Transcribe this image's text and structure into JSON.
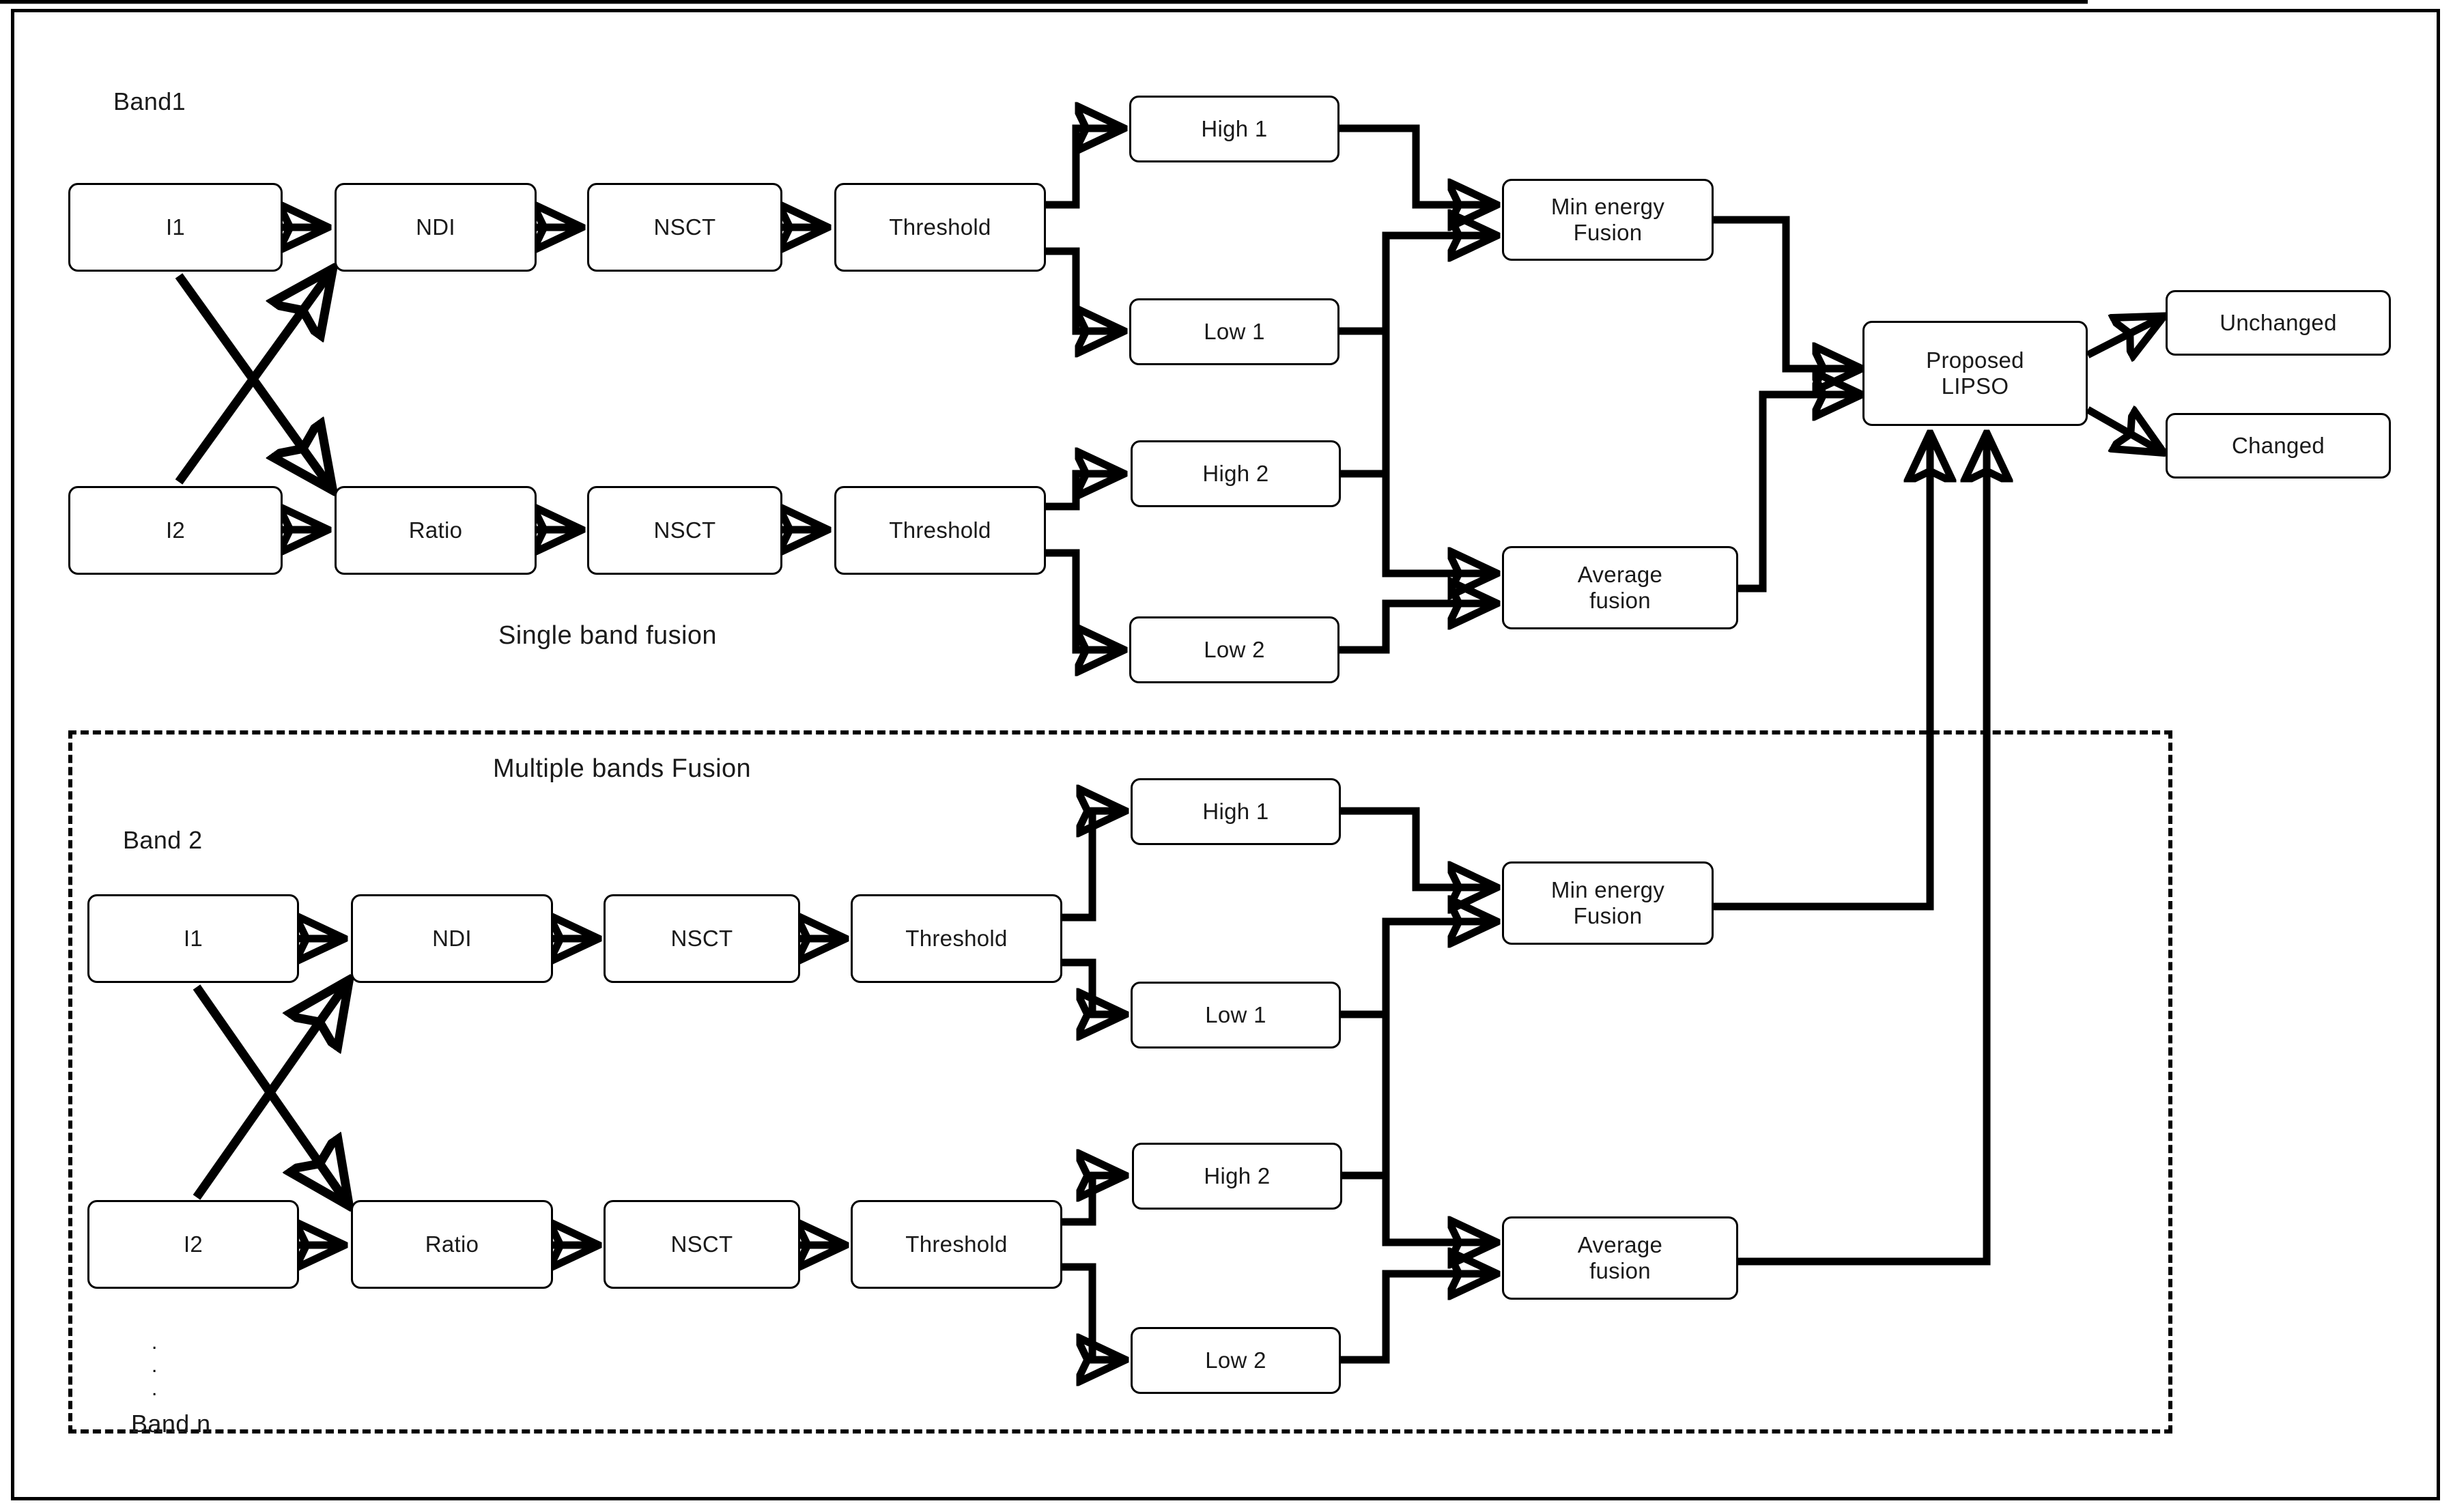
{
  "diagram": {
    "title_region_single": "Single band fusion",
    "title_region_multi": "Multiple bands Fusion",
    "band1_label": "Band1",
    "band2_label": "Band 2",
    "bandn_label": "Band n",
    "vertical_dots": "⋮"
  },
  "colors": {
    "stroke": "#000000",
    "background": "#ffffff",
    "text": "#1a1a1a"
  },
  "top_section": {
    "row1": [
      {
        "id": "t-i1",
        "label": "I1"
      },
      {
        "id": "t-ndi",
        "label": "NDI"
      },
      {
        "id": "t-nsct1",
        "label": "NSCT"
      },
      {
        "id": "t-threshold1",
        "label": "Threshold"
      }
    ],
    "row2": [
      {
        "id": "t-i2",
        "label": "I2"
      },
      {
        "id": "t-ratio",
        "label": "Ratio"
      },
      {
        "id": "t-nsct2",
        "label": "NSCT"
      },
      {
        "id": "t-threshold2",
        "label": "Threshold"
      }
    ],
    "subbands": [
      {
        "id": "t-high1",
        "label": "High 1"
      },
      {
        "id": "t-low1",
        "label": "Low 1"
      },
      {
        "id": "t-high2",
        "label": "High 2"
      },
      {
        "id": "t-low2",
        "label": "Low 2"
      }
    ],
    "fusion": [
      {
        "id": "t-minfusion",
        "label": "Min  energy\nFusion"
      },
      {
        "id": "t-avgfusion",
        "label": "Average\nfusion"
      }
    ]
  },
  "bottom_section": {
    "row1": [
      {
        "id": "b-i1",
        "label": "I1"
      },
      {
        "id": "b-ndi",
        "label": "NDI"
      },
      {
        "id": "b-nsct1",
        "label": "NSCT"
      },
      {
        "id": "b-threshold1",
        "label": "Threshold"
      }
    ],
    "row2": [
      {
        "id": "b-i2",
        "label": "I2"
      },
      {
        "id": "b-ratio",
        "label": "Ratio"
      },
      {
        "id": "b-nsct2",
        "label": "NSCT"
      },
      {
        "id": "b-threshold2",
        "label": "Threshold"
      }
    ],
    "subbands": [
      {
        "id": "b-high1",
        "label": "High 1"
      },
      {
        "id": "b-low1",
        "label": "Low 1"
      },
      {
        "id": "b-high2",
        "label": "High 2"
      },
      {
        "id": "b-low2",
        "label": "Low 2"
      }
    ],
    "fusion": [
      {
        "id": "b-minfusion",
        "label": "Min energy\nFusion"
      },
      {
        "id": "b-avgfusion",
        "label": "Average\nfusion"
      }
    ]
  },
  "output_stage": {
    "classifier": {
      "id": "lipso",
      "label": "Proposed\nLIPSO"
    },
    "results": [
      {
        "id": "unchanged",
        "label": "Unchanged"
      },
      {
        "id": "changed",
        "label": "Changed"
      }
    ]
  }
}
